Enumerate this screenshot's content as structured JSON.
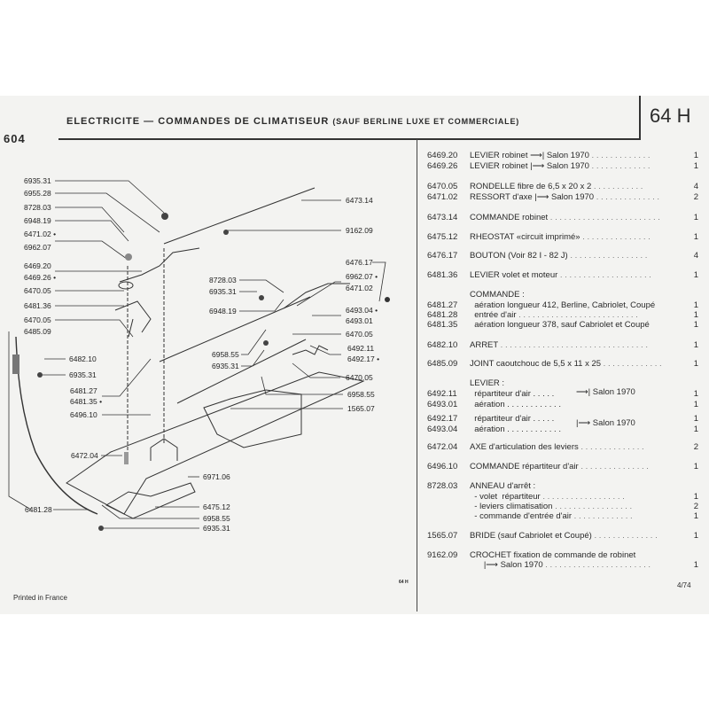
{
  "header": {
    "logo": "604",
    "title": "ELECTRICITE — COMMANDES DE CLIMATISEUR",
    "subtitle": "(SAUF BERLINE LUXE ET COMMERCIALE)",
    "section": "64 H"
  },
  "diagram": {
    "labels": [
      "6935.31",
      "6955.28",
      "8728.03",
      "6948.19",
      "6471.02 •",
      "6962.07",
      "6469.20",
      "6469.26 •",
      "6470.05",
      "6481.36",
      "6470.05",
      "6485.09",
      "6473.14",
      "9162.09",
      "6476.17",
      "8728.03",
      "6935.31",
      "6948.19",
      "6962.07 •",
      "6471.02",
      "6493.04 •",
      "6493.01",
      "6470.05",
      "6492.11",
      "6492.17 •",
      "6958.55",
      "6935.31",
      "6470.05",
      "6958.55",
      "1565.07",
      "6482.10",
      "6935.31",
      "6481.27",
      "6481.35 •",
      "6496.10",
      "6472.04",
      "6971.06",
      "6475.12",
      "6958.55",
      "6935.31",
      "6481.28"
    ],
    "page_mark": "64 H"
  },
  "parts": [
    {
      "code": "6469.20",
      "desc": "LEVIER robinet ⟶| Salon 1970",
      "dots": " . . . . . . . . . . . . .",
      "qty": "1"
    },
    {
      "code": "6469.26",
      "desc": "LEVIER robinet |⟶ Salon 1970",
      "dots": " . . . . . . . . . . . . .",
      "qty": "1"
    },
    {
      "code": "6470.05",
      "desc": "RONDELLE fibre de 6,5 x 20 x 2",
      "dots": " . . . . . . . . . . .",
      "qty": "4"
    },
    {
      "code": "6471.02",
      "desc": "RESSORT d'axe |⟶ Salon 1970",
      "dots": " . . . . . . . . . . . . . .",
      "qty": "2"
    },
    {
      "code": "6473.14",
      "desc": "COMMANDE robinet",
      "dots": " . . . . . . . . . . . . . . . . . . . . . . . .",
      "qty": "1"
    },
    {
      "code": "6475.12",
      "desc": "RHEOSTAT «circuit imprimé»",
      "dots": " . . . . . . . . . . . . . . .",
      "qty": "1"
    },
    {
      "code": "6476.17",
      "desc": "BOUTON (Voir 82 I - 82 J)",
      "dots": " . . . . . . . . . . . . . . . . .",
      "qty": "4"
    },
    {
      "code": "6481.36",
      "desc": "LEVIER volet et moteur",
      "dots": " . . . . . . . . . . . . . . . . . . . .",
      "qty": "1"
    },
    {
      "code": "",
      "desc": "COMMANDE :",
      "dots": "",
      "qty": ""
    },
    {
      "code": "6481.27",
      "desc": "  aération longueur 412, Berline, Cabriolet, Coupé",
      "dots": "",
      "qty": "1"
    },
    {
      "code": "6481.28",
      "desc": "  entrée d'air",
      "dots": " . . . . . . . . . . . . . . . . . . . . . . . . . .",
      "qty": "1"
    },
    {
      "code": "6481.35",
      "desc": "  aération longueur 378, sauf Cabriolet et Coupé",
      "dots": "",
      "qty": "1"
    },
    {
      "code": "6482.10",
      "desc": "ARRET",
      "dots": " . . . . . . . . . . . . . . . . . . . . . . . . . . . . . . . .",
      "qty": "1"
    },
    {
      "code": "6485.09",
      "desc": "JOINT caoutchouc de 5,5 x 11 x 25",
      "dots": " . . . . . . . . . . . . .",
      "qty": "1"
    },
    {
      "code": "",
      "desc": "LEVIER :",
      "dots": "",
      "qty": ""
    },
    {
      "code": "6492.11",
      "desc": "  répartiteur d'air . . . . .",
      "dots": "",
      "qty": "1"
    },
    {
      "code": "6493.01",
      "desc": "  aération . . . . . . . . . . . .",
      "dots": "",
      "qty": "1"
    },
    {
      "code": "6492.17",
      "desc": "  répartiteur d'air . . . . .",
      "dots": "",
      "qty": "1"
    },
    {
      "code": "6493.04",
      "desc": "  aération . . . . . . . . . . . .",
      "dots": "",
      "qty": "1"
    },
    {
      "code": "6472.04",
      "desc": "AXE d'articulation des leviers",
      "dots": " . . . . . . . . . . . . . .",
      "qty": "2"
    },
    {
      "code": "6496.10",
      "desc": "COMMANDE répartiteur d'air",
      "dots": " . . . . . . . . . . . . . . .",
      "qty": "1"
    },
    {
      "code": "8728.03",
      "desc": "ANNEAU d'arrêt :",
      "dots": "",
      "qty": ""
    },
    {
      "code": "",
      "desc": "  - volet  répartiteur",
      "dots": " . . . . . . . . . . . . . . . . . .",
      "qty": "1"
    },
    {
      "code": "",
      "desc": "  - leviers climatisation",
      "dots": " . . . . . . . . . . . . . . . . .",
      "qty": "2"
    },
    {
      "code": "",
      "desc": "  - commande d'entrée d'air",
      "dots": " . . . . . . . . . . . . .",
      "qty": "1"
    },
    {
      "code": "1565.07",
      "desc": "BRIDE (sauf Cabriolet et Coupé)",
      "dots": " . . . . . . . . . . . . . .",
      "qty": "1"
    },
    {
      "code": "9162.09",
      "desc": "CROCHET fixation de commande de robinet",
      "dots": "",
      "qty": ""
    },
    {
      "code": "",
      "desc": "      |⟶ Salon 1970",
      "dots": " . . . . . . . . . . . . . . . . . . . . . . .",
      "qty": "1"
    }
  ],
  "levier_notes": [
    "⟶| Salon 1970",
    "|⟶ Salon 1970"
  ],
  "footer": {
    "printed": "Printed in France",
    "page": "4/74"
  }
}
